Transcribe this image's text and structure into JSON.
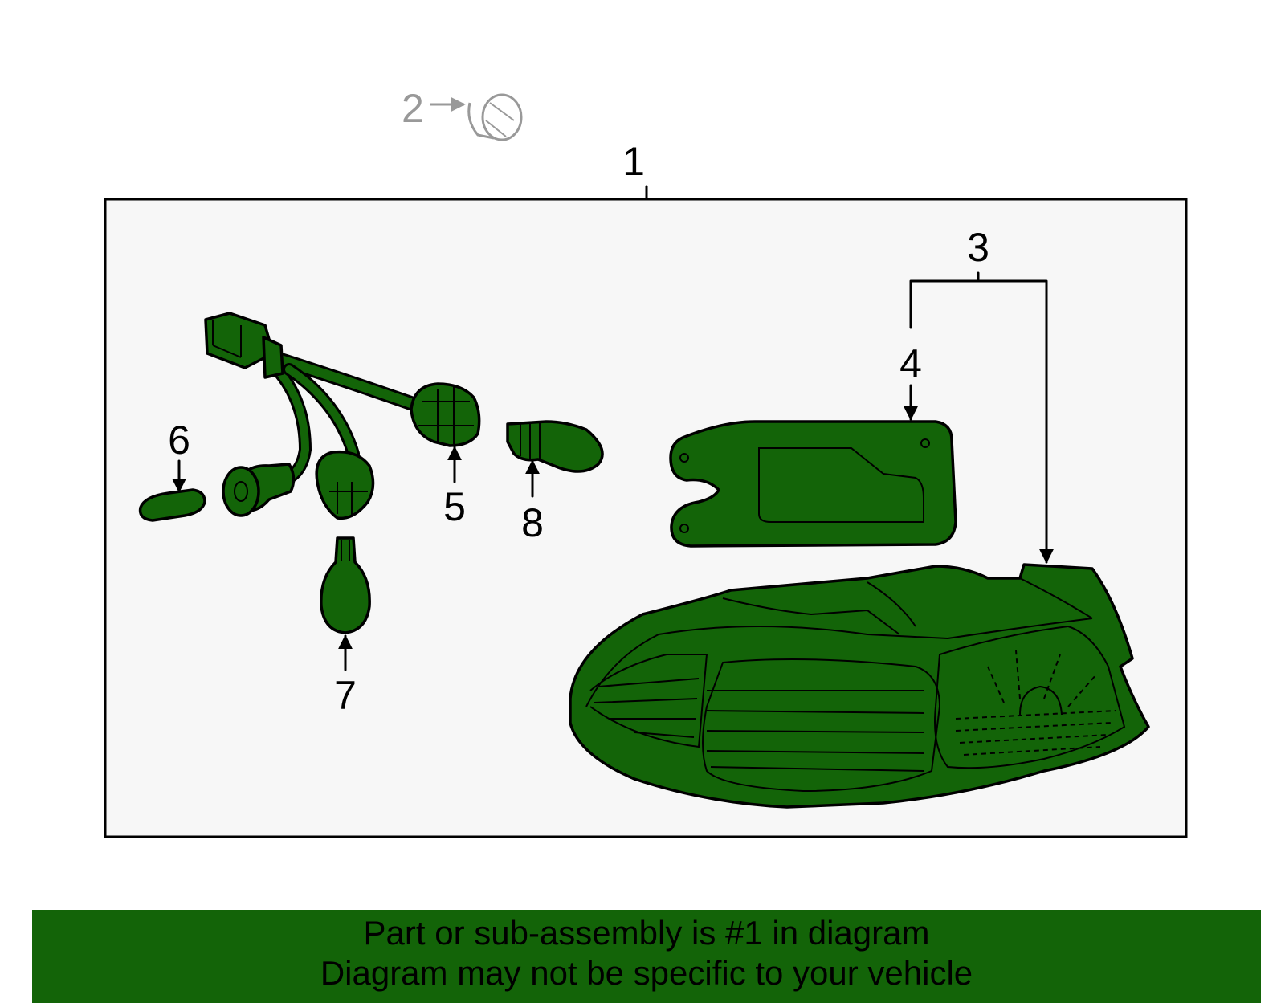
{
  "callouts": {
    "c1": "1",
    "c2": "2",
    "c3": "3",
    "c4": "4",
    "c5": "5",
    "c6": "6",
    "c7": "7",
    "c8": "8"
  },
  "banner": {
    "line1": "Part or sub-assembly is #1 in diagram",
    "line2": "Diagram may not be specific to your vehicle"
  },
  "colors": {
    "part_fill": "#136408",
    "banner_bg": "#136408",
    "panel_bg": "#f7f7f7"
  }
}
